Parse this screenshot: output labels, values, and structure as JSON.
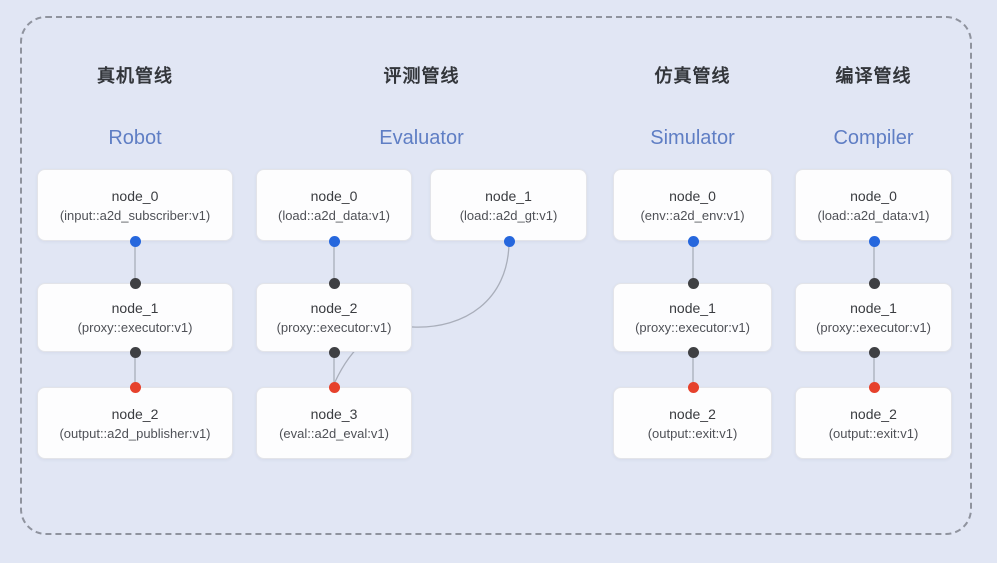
{
  "pipelines": [
    {
      "title_zh": "真机管线",
      "title_en": "Robot",
      "nodes": [
        {
          "name": "node_0",
          "type": "(input::a2d_subscriber:v1)"
        },
        {
          "name": "node_1",
          "type": "(proxy::executor:v1)"
        },
        {
          "name": "node_2",
          "type": "(output::a2d_publisher:v1)"
        }
      ]
    },
    {
      "title_zh": "评测管线",
      "title_en": "Evaluator",
      "nodes": [
        {
          "name": "node_0",
          "type": "(load::a2d_data:v1)"
        },
        {
          "name": "node_1",
          "type": "(load::a2d_gt:v1)"
        },
        {
          "name": "node_2",
          "type": "(proxy::executor:v1)"
        },
        {
          "name": "node_3",
          "type": "(eval::a2d_eval:v1)"
        }
      ]
    },
    {
      "title_zh": "仿真管线",
      "title_en": "Simulator",
      "nodes": [
        {
          "name": "node_0",
          "type": "(env::a2d_env:v1)"
        },
        {
          "name": "node_1",
          "type": "(proxy::executor:v1)"
        },
        {
          "name": "node_2",
          "type": "(output::exit:v1)"
        }
      ]
    },
    {
      "title_zh": "编译管线",
      "title_en": "Compiler",
      "nodes": [
        {
          "name": "node_0",
          "type": "(load::a2d_data:v1)"
        },
        {
          "name": "node_1",
          "type": "(proxy::executor:v1)"
        },
        {
          "name": "node_2",
          "type": "(output::exit:v1)"
        }
      ]
    }
  ],
  "colors": {
    "background": "#e1e6f4",
    "node_bg": "#fdfdfe",
    "node_border": "#e3e4e9",
    "port_output": "#2667dd",
    "port_input": "#3f4043",
    "port_terminal": "#e6412c",
    "edge": "#a9aeba",
    "title_en": "#5f7ec4",
    "dashed_border": "#8f939e"
  }
}
